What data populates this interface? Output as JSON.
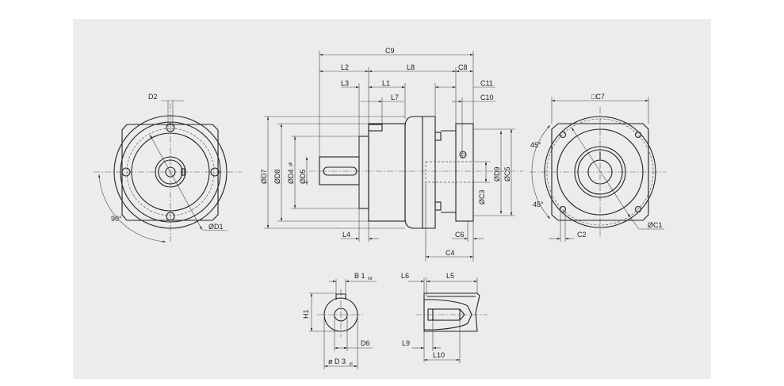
{
  "labels": {
    "C9": "C9",
    "L2": "L2",
    "L8": "L8",
    "C8": "C8",
    "L3": "L3",
    "L1": "L1",
    "C11": "C11",
    "L7": "L7",
    "C10": "C10",
    "D7": "ØD7",
    "D8": "ØD8",
    "D4": "ØD4",
    "D4_tol": "g6",
    "D5": "ØD5",
    "C3": "ØC3",
    "D9": "ØD9",
    "C5": "ØC5",
    "L4": "L4",
    "C6": "C6",
    "C4": "C4",
    "D2": "D2",
    "D1": "ØD1",
    "angle90": "90°",
    "C7": "□C7",
    "angle45a": "45°",
    "angle45b": "45°",
    "C2": "C2",
    "C1": "ØC1",
    "B1": "B 1",
    "B1_tol": "h9",
    "H1": "H1",
    "D6": "D6",
    "D3": "ø D 3",
    "D3_tol": "j6",
    "L6": "L6",
    "L5": "L5",
    "L9": "L9",
    "L10": "L10"
  }
}
